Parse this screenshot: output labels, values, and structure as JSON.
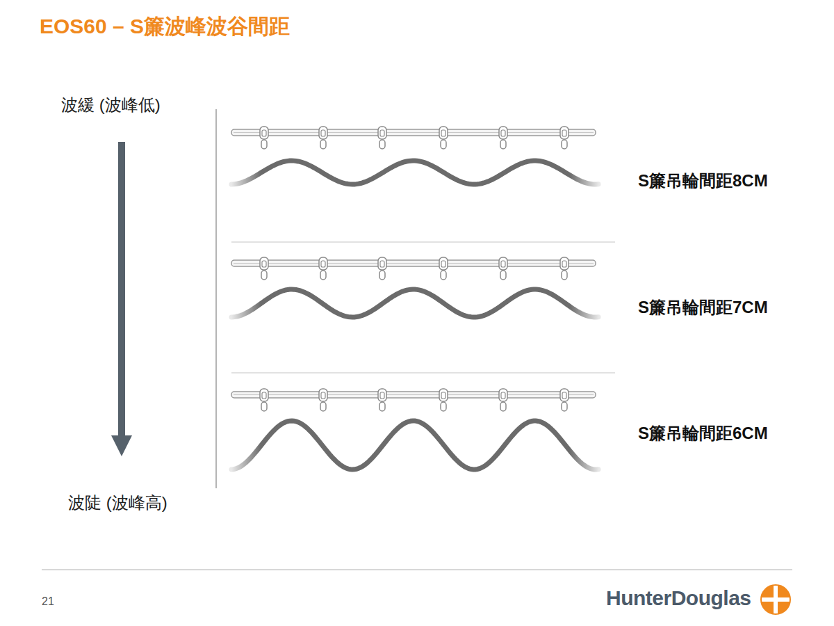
{
  "diagram": {
    "title": "EOS60 – S簾波峰波谷間距",
    "labels": [
      "波緩 (波峰低)",
      "S簾吊輪間距8CM",
      "S簾吊輪間距7CM",
      "S簾吊輪間距6CM",
      "波陡 (波峰高)",
      "21",
      "HunterDouglas"
    ]
  }
}
